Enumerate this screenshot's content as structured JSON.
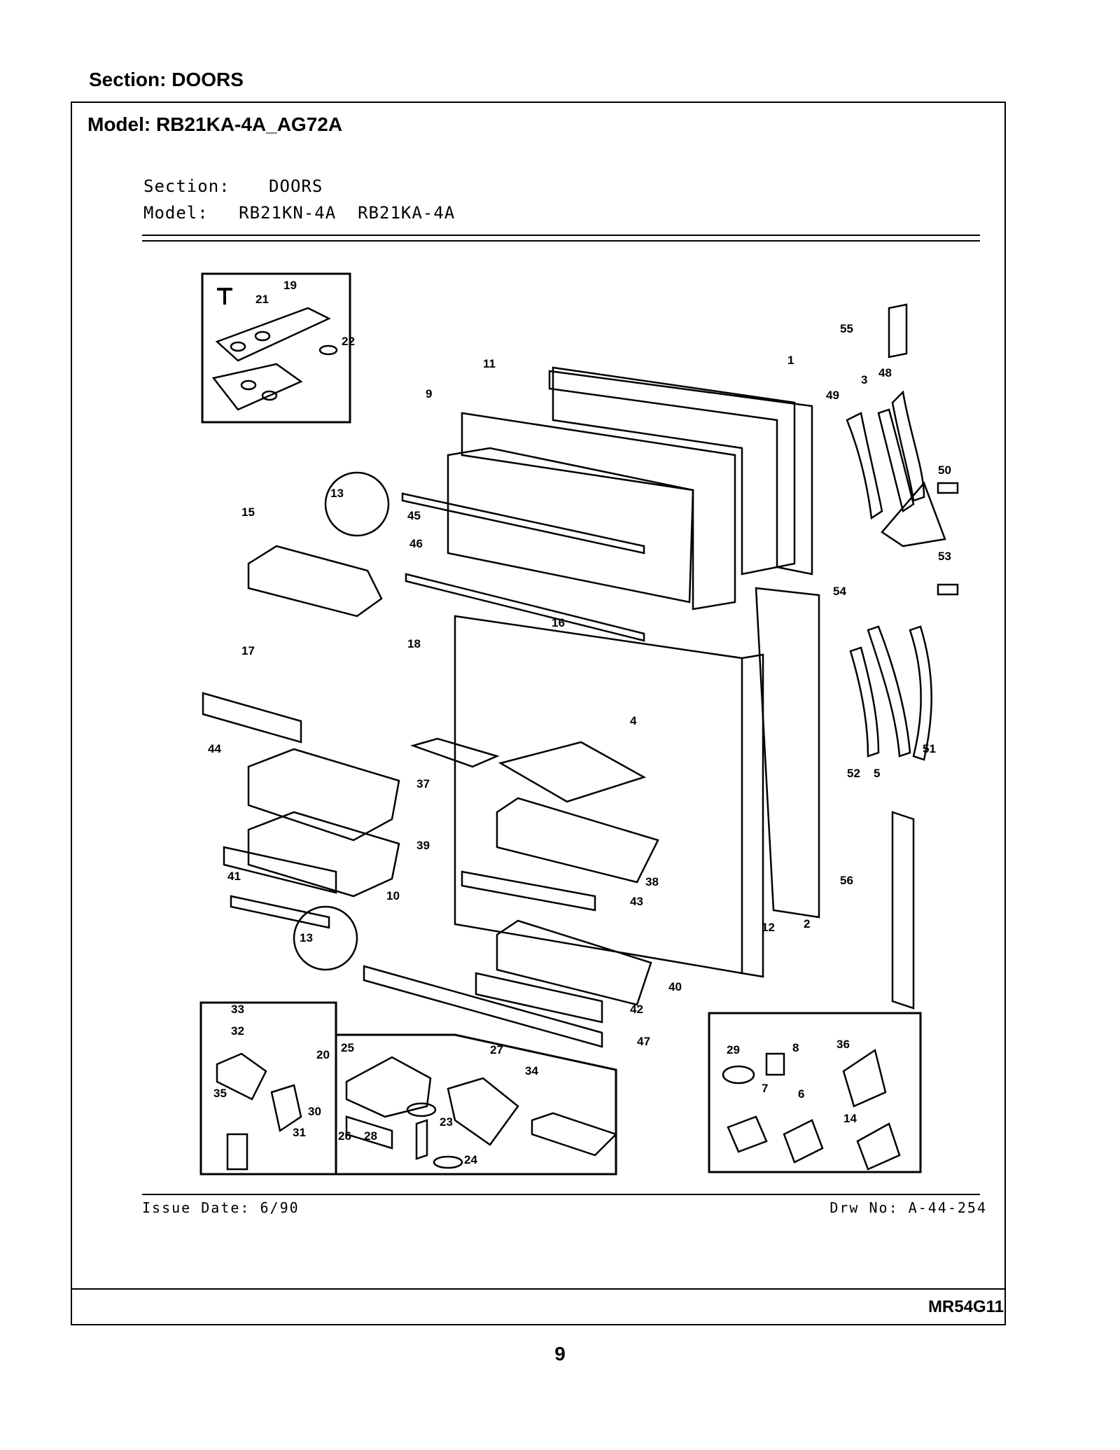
{
  "page": {
    "section_heading": "Section:  DOORS",
    "model_heading": "Model:  RB21KA-4A_AG72A",
    "doc_code": "MR54G11",
    "page_number": "9"
  },
  "drawing": {
    "section_label": "Section:",
    "section_value": "DOORS",
    "model_label": "Model:",
    "model_values": "RB21KN-4A  RB21KA-4A",
    "issue_date": "Issue Date: 6/90",
    "drawing_number": "Drw No: A-44-254"
  },
  "callouts": [
    "1",
    "2",
    "3",
    "4",
    "5",
    "6",
    "7",
    "8",
    "9",
    "10",
    "11",
    "12",
    "13",
    "13",
    "14",
    "15",
    "16",
    "17",
    "18",
    "19",
    "20",
    "21",
    "22",
    "23",
    "24",
    "25",
    "26",
    "27",
    "28",
    "29",
    "30",
    "31",
    "32",
    "33",
    "34",
    "35",
    "36",
    "37",
    "38",
    "39",
    "40",
    "41",
    "42",
    "43",
    "44",
    "45",
    "46",
    "47",
    "48",
    "49",
    "50",
    "51",
    "52",
    "53",
    "54",
    "55",
    "56"
  ]
}
